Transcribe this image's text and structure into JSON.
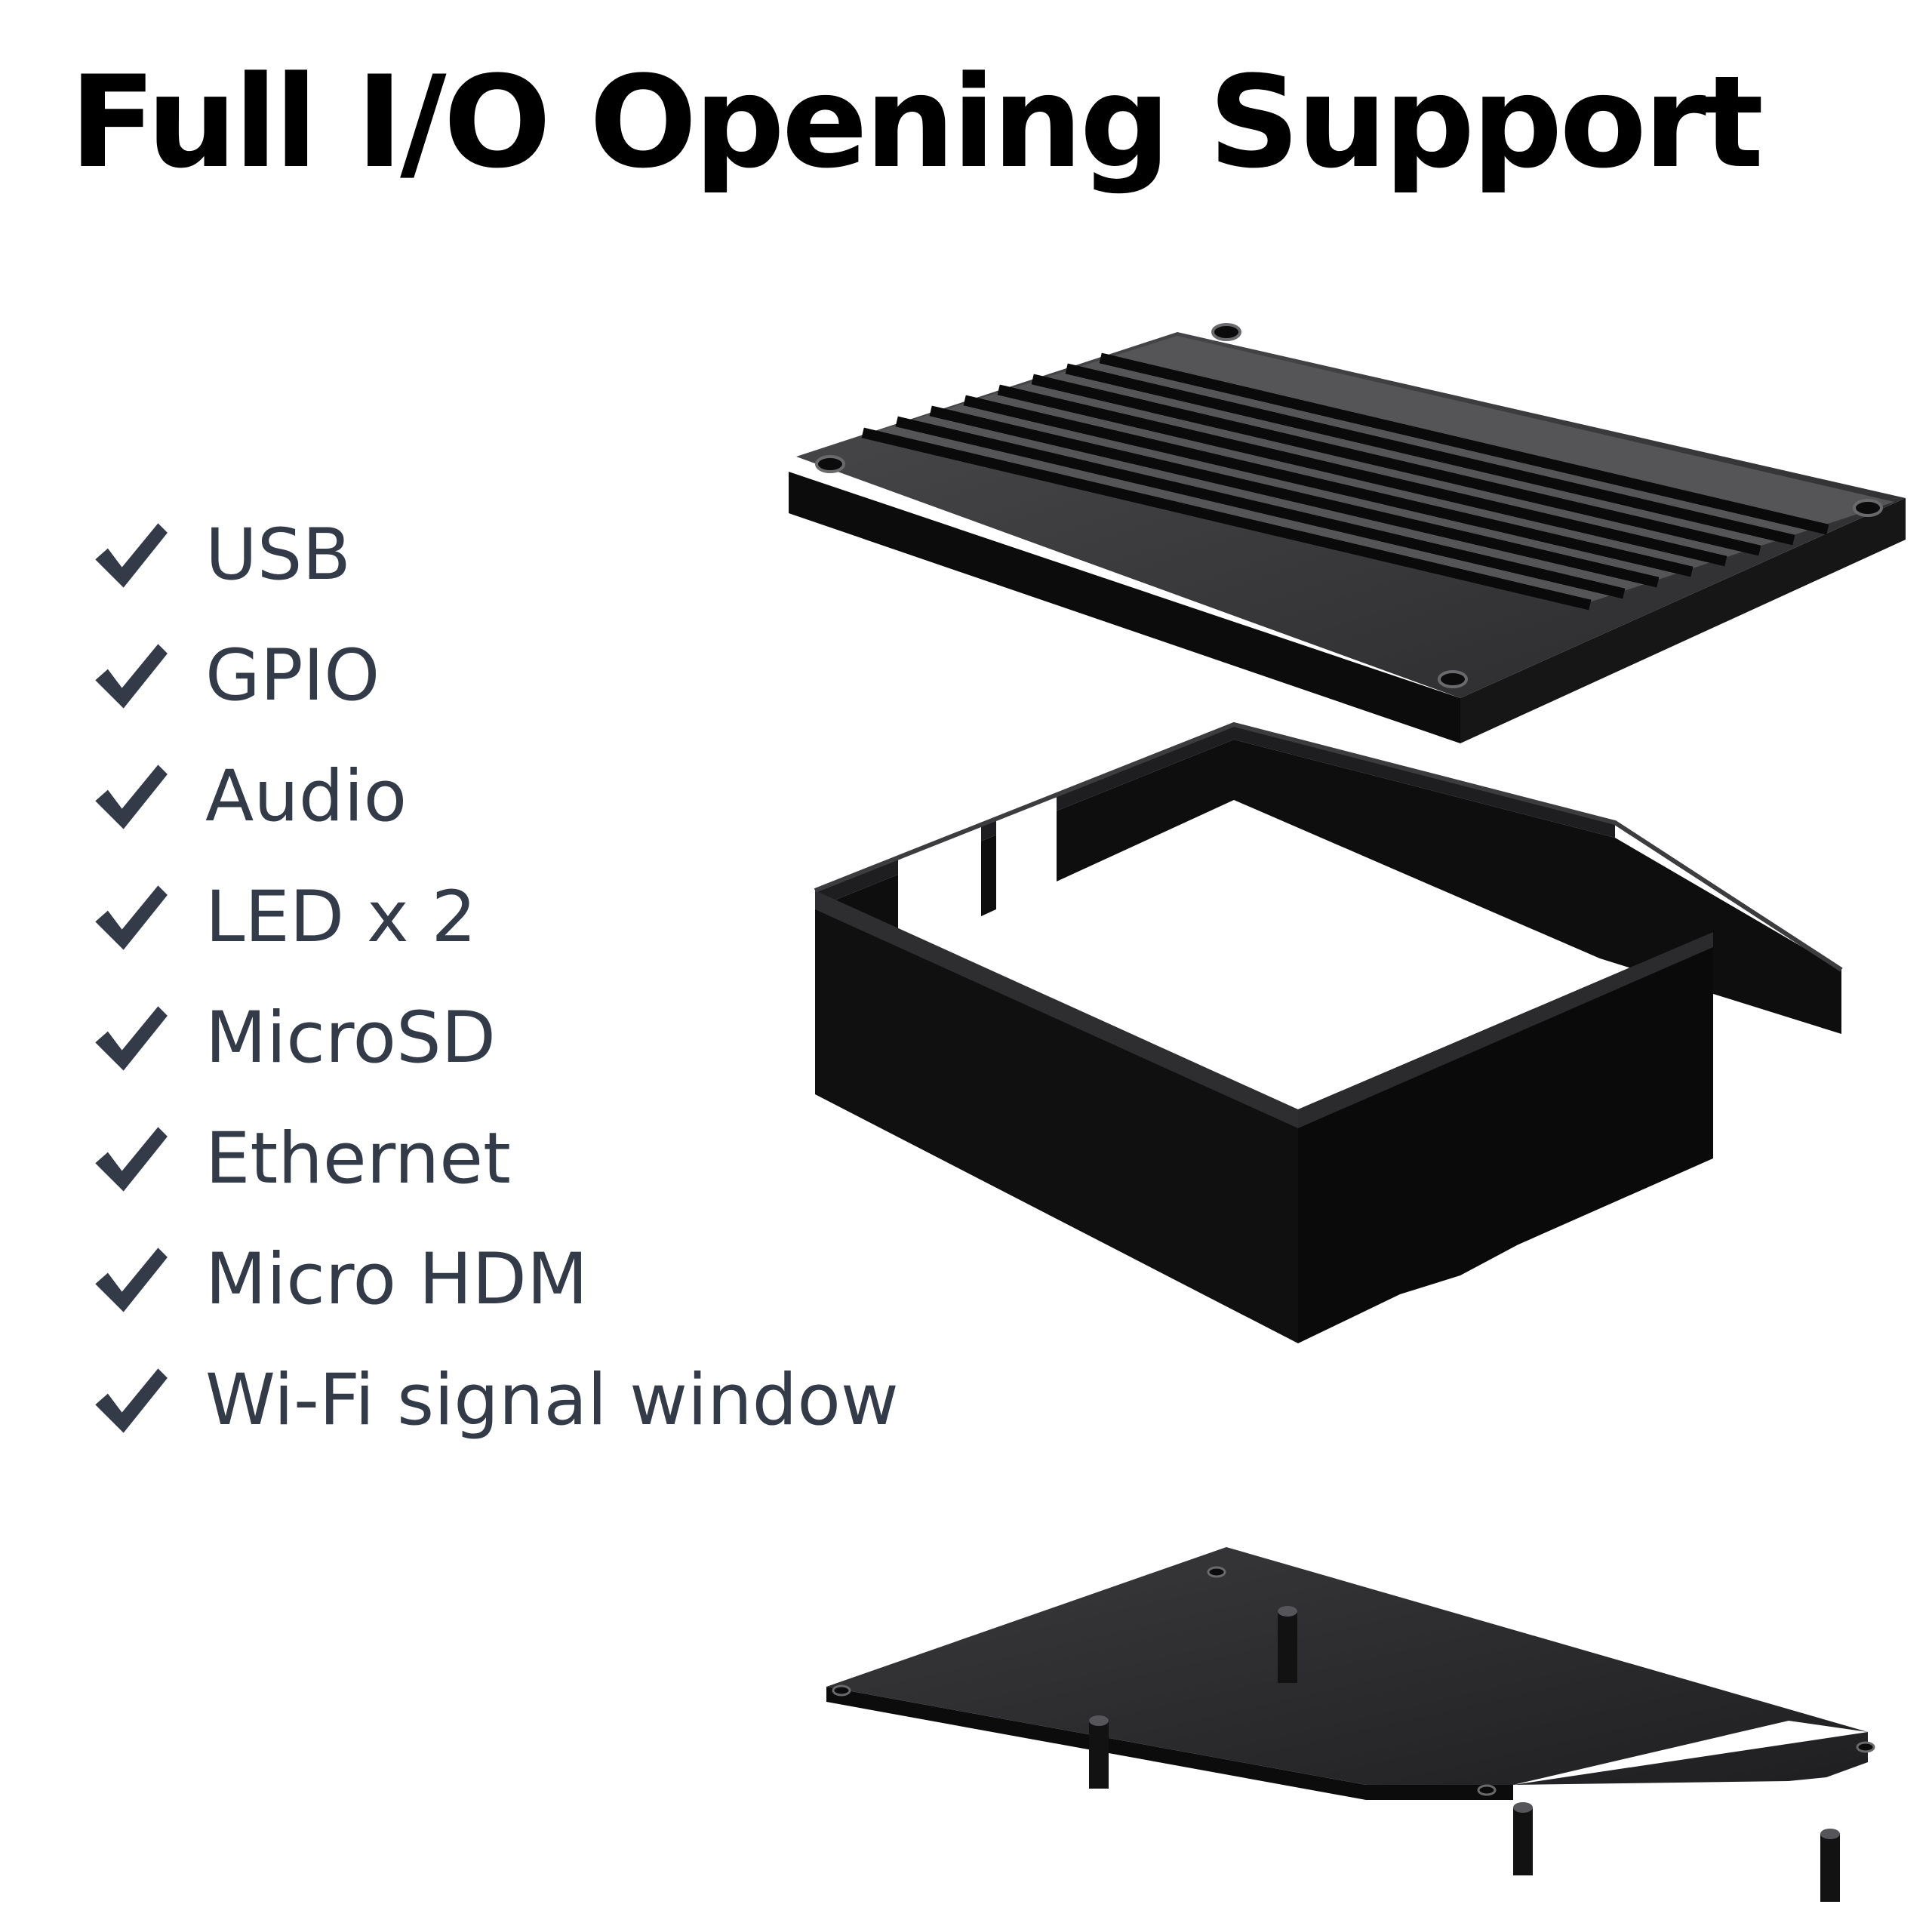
{
  "page": {
    "title": "Full I/O Opening Support"
  },
  "features": [
    {
      "label": "USB",
      "icon": "check-icon"
    },
    {
      "label": "GPIO",
      "icon": "check-icon"
    },
    {
      "label": "Audio",
      "icon": "check-icon"
    },
    {
      "label": "LED x 2",
      "icon": "check-icon"
    },
    {
      "label": "MicroSD",
      "icon": "check-icon"
    },
    {
      "label": "Ethernet",
      "icon": "check-icon"
    },
    {
      "label": "Micro HDM",
      "icon": "check-icon"
    },
    {
      "label": "Wi-Fi signal window",
      "icon": "check-icon"
    }
  ],
  "colors": {
    "title": "#000000",
    "feature_text": "#333b48",
    "check": "#333b48",
    "metal": "#1c1c1e"
  }
}
